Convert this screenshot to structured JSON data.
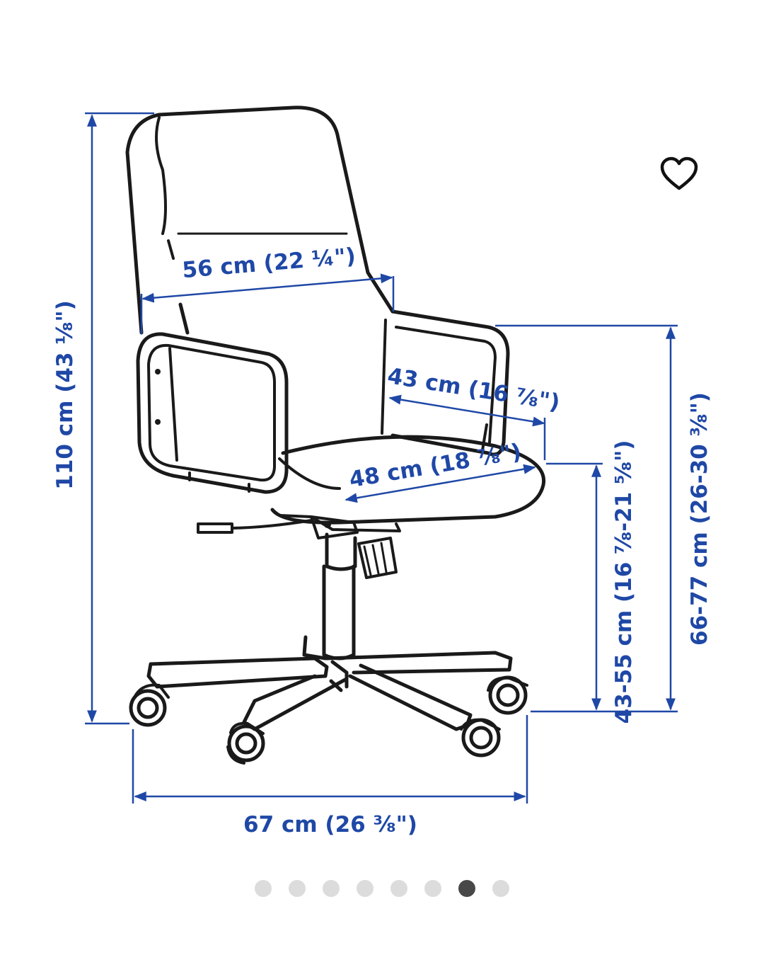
{
  "gallery": {
    "dimensions": {
      "total_height": "110 cm (43 ⅛\")",
      "backrest_width": "56 cm (22 ¼\")",
      "seat_depth": "43 cm (16 ⅞\")",
      "seat_width": "48 cm (18 ⅞\")",
      "seat_height": "43-55 cm (16 ⅞-21 ⅝\")",
      "armrest_height": "66-77 cm (26-30 ⅜\")",
      "base_width": "67 cm (26 ⅜\")"
    },
    "favorite_icon": "heart-outline-icon",
    "pagination": {
      "total": 8,
      "active_index": 6
    },
    "colors": {
      "dimension": "#1f48a6",
      "line_art": "#1a1a1a",
      "dot_inactive": "#dcdcdc",
      "dot_active": "#484848"
    }
  }
}
